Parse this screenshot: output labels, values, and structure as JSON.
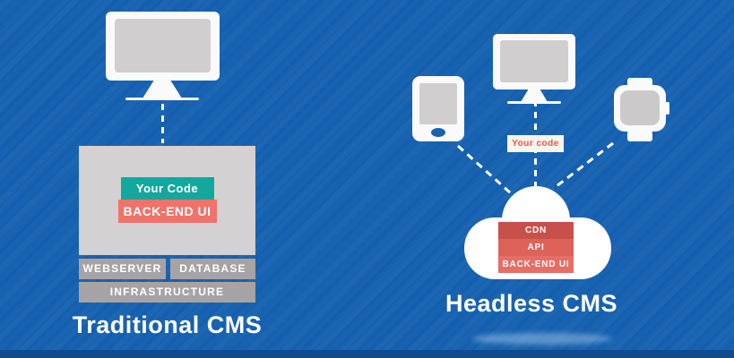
{
  "colors": {
    "background": "#1763B2",
    "footer_strip": "#114B8C",
    "device_white": "#FBFAFA",
    "screen_gray": "#D0CECF",
    "panel_gray": "#D3D1D2",
    "row_gray": "#A7A3A4",
    "teal": "#14A79E",
    "salmon": "#F0726A",
    "cloud_cdn_red": "#C8504A",
    "cloud_api_red": "#DC625A",
    "cloud_backend_red": "#E56E66",
    "your_code_text_red": "#E8564E"
  },
  "left": {
    "title": "Traditional CMS",
    "your_code_label": "Your Code",
    "backend_label": "BACK-END UI",
    "webserver_label": "WEBSERVER",
    "database_label": "DATABASE",
    "infrastructure_label": "INFRASTRUCTURE"
  },
  "right": {
    "title": "Headless CMS",
    "your_code_label": "Your code",
    "cloud_layers": [
      {
        "label": "CDN"
      },
      {
        "label": "API"
      },
      {
        "label": "BACK-END UI"
      }
    ]
  }
}
